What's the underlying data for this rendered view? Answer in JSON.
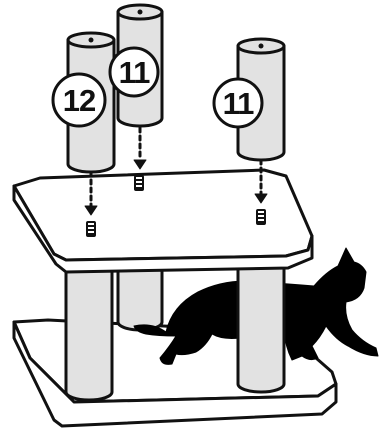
{
  "diagram": {
    "step": "assemble-upper-posts",
    "callouts": [
      {
        "id": "post-left",
        "label": "12"
      },
      {
        "id": "post-middle",
        "label": "11"
      },
      {
        "id": "post-right",
        "label": "11"
      }
    ],
    "colors": {
      "stroke": "#111111",
      "post_fill": "#e2e2e2",
      "board_fill": "#ffffff",
      "cat_fill": "#000000",
      "callout_fill": "#ffffff"
    },
    "icons": [
      "screw-icon",
      "arrow-down-icon",
      "cat-silhouette"
    ]
  }
}
